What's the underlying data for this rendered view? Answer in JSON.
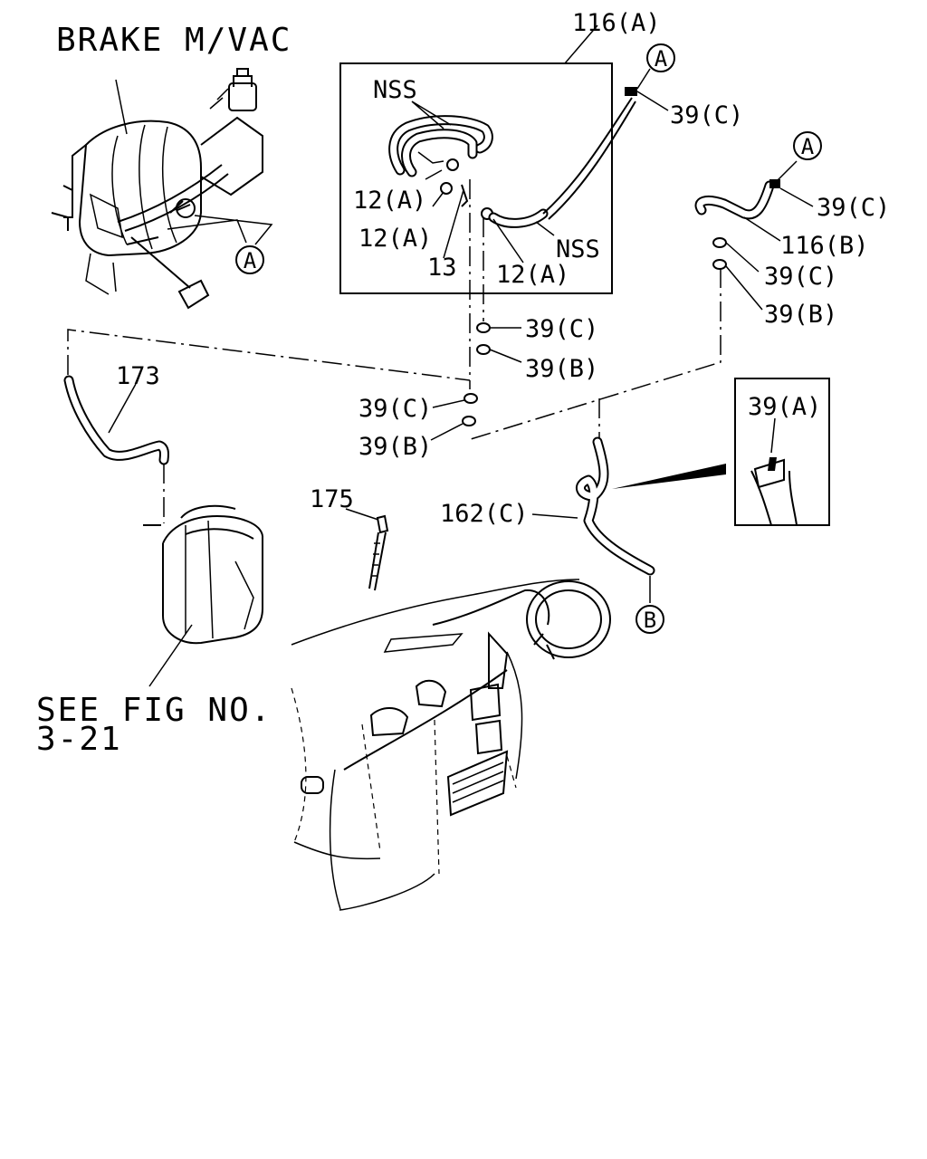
{
  "labels": {
    "brake": "BRAKE M/VAC",
    "see_fig_1": "SEE FIG NO.",
    "see_fig_2": "3-21",
    "p116a": "116(A)",
    "nss_top": "NSS",
    "nss_bottom": "NSS",
    "p12a_1": "12(A)",
    "p12a_2": "12(A)",
    "p12a_3": "12(A)",
    "p13": "13",
    "p39c_top": "39(C)",
    "p39c_right": "39(C)",
    "p116b": "116(B)",
    "p39c_mid_right": "39(C)",
    "p39b_mid_right": "39(B)",
    "p39c_center": "39(C)",
    "p39b_center": "39(B)",
    "p173": "173",
    "p39c_left": "39(C)",
    "p39b_left": "39(B)",
    "p39a": "39(A)",
    "p175": "175",
    "p162c": "162(C)"
  },
  "connectors": {
    "a_top": "A",
    "a_right": "A",
    "a_brake": "A",
    "b_bottom": "B"
  }
}
